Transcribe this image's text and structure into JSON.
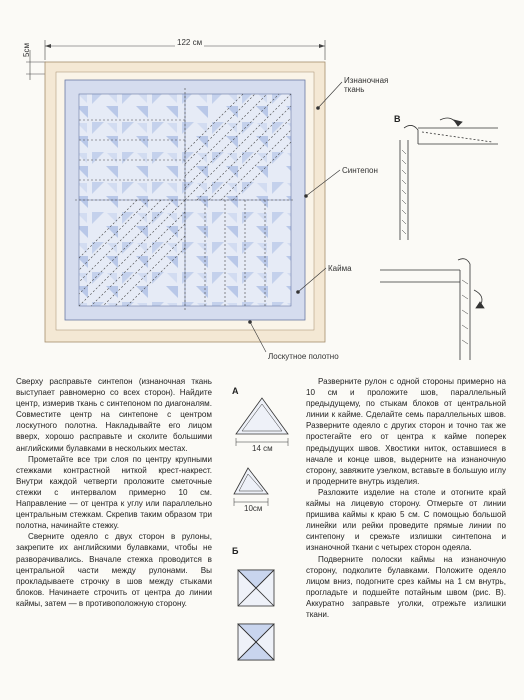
{
  "diagram": {
    "width_dim": "122 см",
    "margin_dim": "5см",
    "labels": {
      "backing": "Изнаночная ткань",
      "batting": "Синтепон",
      "binding": "Кайма",
      "top": "Лоскутное полотно"
    }
  },
  "figures": {
    "A": "А",
    "B": "Б",
    "V": "В",
    "dim_14": "14 см",
    "dim_10": "10см"
  },
  "colors": {
    "border": "#f4e8d4",
    "binding": "#dde3f1",
    "quilt": "#e6ebf6",
    "triangles": "#c9d5ee",
    "lines": "#555555"
  },
  "text": {
    "left_col": [
      "Сверху расправьте синтепон (изнаночная ткань выступает равномерно со всех сторон). Найдите центр, измерив ткань с синтепоном по диагоналям. Совместите центр на синтепоне с центром лоскутного полотна. Накладывайте его лицом вверх, хорошо расправьте и сколите большими английскими булавками в нескольких местах.",
      "Прометайте все три слоя по центру крупными стежками контрастной ниткой крест-накрест. Внутри каждой четверти проложите сметочные стежки с интервалом примерно 10 см. Направление — от центра к углу или параллельно центральным стежкам. Скрепив таким образом три полотна, начинайте стежку.",
      "Сверните одеяло с двух сторон в рулоны, закрепите их английскими булавками, чтобы не разворачивались. Вначале стежка проводится в центральной части между рулонами. Вы прокладываете строчку в шов между стыками блоков. Начинаете строчить от центра до линии каймы, затем — в противоположную сторону."
    ],
    "right_col": [
      "Разверните рулон с одной стороны примерно на 10 см и проложите шов, параллельный предыдущему, по стыкам блоков от центральной линии к кайме. Сделайте семь параллельных швов. Разверните одеяло с других сторон и точно так же простегайте его от центра к кайме поперек предыдущих швов. Хвостики ниток, оставшиеся в начале и конце швов, выдерните на изнаночную сторону, завяжите узелком, вставьте в большую иглу и продерните внутрь изделия.",
      "Разложите изделие на столе и отогните край каймы на лицевую сторону. Отмерьте от линии пришива каймы к краю 5 см. С помощью большой линейки или рейки проведите прямые линии по синтепону и срежьте излишки синтепона и изнаночной ткани с четырех сторон одеяла.",
      "Подверните полоски каймы на изнаночную сторону, подколите булавками. Положите одеяло лицом вниз, подогните срез каймы на 1 см внутрь, прогладьте и подшейте потайным швом (рис. В). Аккуратно заправьте уголки, отрежьте излишки ткани."
    ]
  }
}
